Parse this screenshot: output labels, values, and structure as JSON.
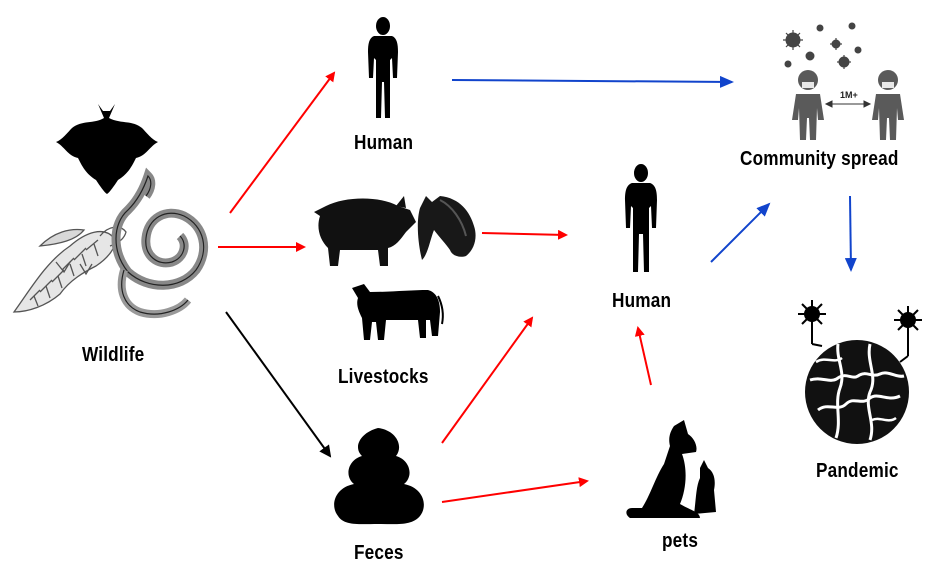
{
  "nodes": {
    "wildlife": "Wildlife",
    "human_top": "Human",
    "livestocks": "Livestocks",
    "feces": "Feces",
    "human_mid": "Human",
    "pets": "pets",
    "community_spread": "Community spread",
    "pandemic": "Pandemic"
  },
  "distance_label": "1M+",
  "colors": {
    "red_arrow": "#ff0000",
    "blue_arrow": "#1144cc",
    "black_arrow": "#000000",
    "silhouette": "#000000",
    "figure_gray": "#555555"
  },
  "icons": [
    "bat-icon",
    "pangolin-icon",
    "snake-icon",
    "human-icon",
    "pig-icon",
    "horse-icon",
    "cow-icon",
    "feces-icon",
    "dog-cat-icon",
    "virus-icon",
    "masked-person-icon",
    "globe-icon"
  ]
}
